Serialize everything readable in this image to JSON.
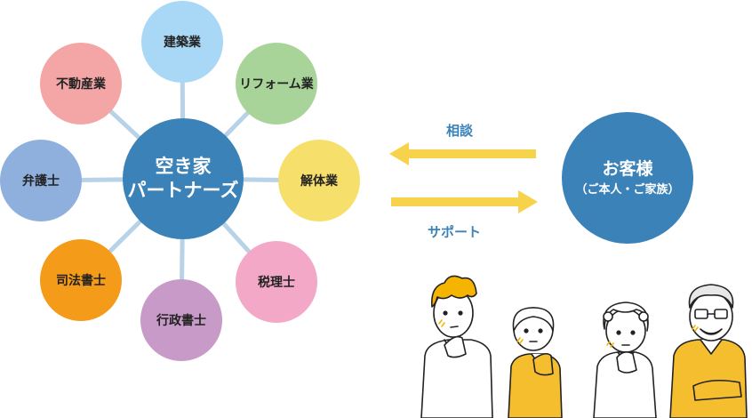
{
  "center": {
    "line1": "空き家",
    "line2": "パートナーズ",
    "color": "#3b82b8"
  },
  "partners": [
    {
      "label": "建築業",
      "color": "#a8d8f5"
    },
    {
      "label": "リフォーム業",
      "color": "#a8d49a"
    },
    {
      "label": "解体業",
      "color": "#f7df6b"
    },
    {
      "label": "税理士",
      "color": "#f4a8c8"
    },
    {
      "label": "行政書士",
      "color": "#c79ac7"
    },
    {
      "label": "司法書士",
      "color": "#f59b1a"
    },
    {
      "label": "弁護士",
      "color": "#8fb0dc"
    },
    {
      "label": "不動産業",
      "color": "#f4a6a6"
    }
  ],
  "connector_color": "#b8d2e8",
  "arrows": {
    "consult_label": "相談",
    "support_label": "サポート",
    "color": "#f7d24b"
  },
  "customer": {
    "title": "お客様",
    "subtitle": "（ご本人・ご家族）",
    "color": "#3b82b8"
  }
}
